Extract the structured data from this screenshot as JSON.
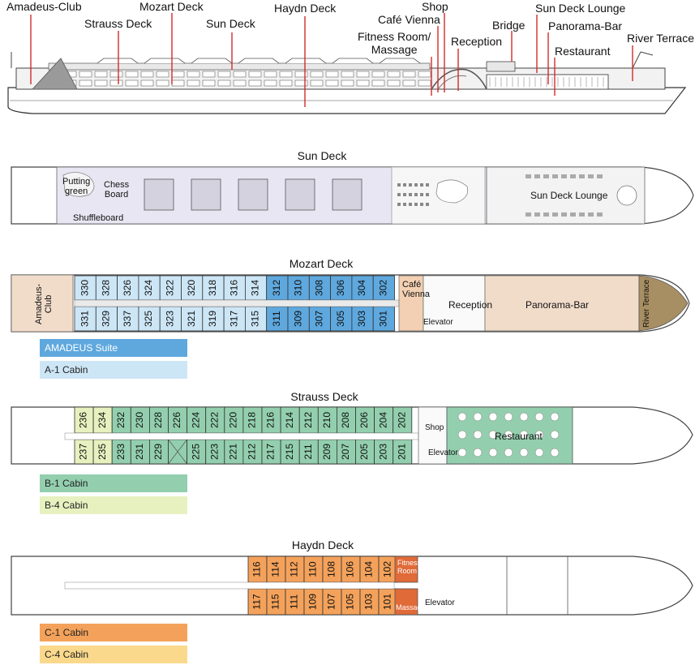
{
  "profile_labels": {
    "amadeus_club": "Amadeus-Club",
    "strauss": "Strauss Deck",
    "mozart": "Mozart Deck",
    "sun": "Sun Deck",
    "haydn": "Haydn Deck",
    "shop": "Shop",
    "cafe": "Café Vienna",
    "fitness": "Fitness Room/\nMassage",
    "reception": "Reception",
    "bridge": "Bridge",
    "sun_lounge": "Sun Deck Lounge",
    "panorama": "Panorama-Bar",
    "restaurant": "Restaurant",
    "river_terrace": "River Terrace"
  },
  "sun_deck": {
    "title": "Sun Deck",
    "putting": "Putting\ngreen",
    "chess": "Chess\nBoard",
    "shuffle": "Shuffleboard",
    "lounge": "Sun Deck Lounge"
  },
  "mozart_deck": {
    "title": "Mozart Deck",
    "top_row": [
      "330",
      "328",
      "326",
      "324",
      "322",
      "320",
      "318",
      "316",
      "314",
      "312",
      "310",
      "308",
      "306",
      "304",
      "302"
    ],
    "bottom_row": [
      "331",
      "329",
      "337",
      "325",
      "323",
      "321",
      "319",
      "317",
      "315",
      "311",
      "309",
      "307",
      "305",
      "303",
      "301"
    ],
    "amadeus_club": "Amadeus-\nClub",
    "cafe": "Café\nVienna",
    "elevator": "Elevator",
    "reception": "Reception",
    "panorama": "Panorama-Bar",
    "river_terrace": "River Terrace"
  },
  "strauss_deck": {
    "title": "Strauss Deck",
    "top_row": [
      "236",
      "234",
      "232",
      "230",
      "228",
      "226",
      "224",
      "222",
      "220",
      "218",
      "216",
      "214",
      "212",
      "210",
      "208",
      "206",
      "204",
      "202"
    ],
    "bottom_row": [
      "237",
      "235",
      "233",
      "231",
      "229",
      "",
      "225",
      "223",
      "221",
      "212",
      "217",
      "215",
      "211",
      "209",
      "207",
      "205",
      "203",
      "201"
    ],
    "shop": "Shop",
    "elevator": "Elevator",
    "restaurant": "Restaurant"
  },
  "haydn_deck": {
    "title": "Haydn Deck",
    "top_row": [
      "116",
      "114",
      "112",
      "110",
      "108",
      "106",
      "104",
      "102"
    ],
    "bottom_row": [
      "117",
      "115",
      "111",
      "109",
      "107",
      "105",
      "103",
      "101"
    ],
    "fitness": "Fitness\nRoom",
    "massage": "Massage",
    "elevator": "Elevator"
  },
  "legend": {
    "amadeus_suite": "AMADEUS Suite",
    "a1": "A-1 Cabin",
    "b1": "B-1 Cabin",
    "b4": "B-4 Cabin",
    "c1": "C-1 Cabin",
    "c4": "C-4 Cabin"
  },
  "colors": {
    "amadeus_suite": "#5ea8de",
    "a1": "#cde6f6",
    "b1": "#93cfae",
    "b4": "#e7f1bf",
    "c1": "#f4a25b",
    "c4": "#fbd98c",
    "amenity": "#f1dcca",
    "cafe_area": "#f3d0b3",
    "sun_deck": "#e8e6f2",
    "river_terrace": "#a88f63",
    "fitness": "#e06a38",
    "label_line": "#d42a2a"
  }
}
